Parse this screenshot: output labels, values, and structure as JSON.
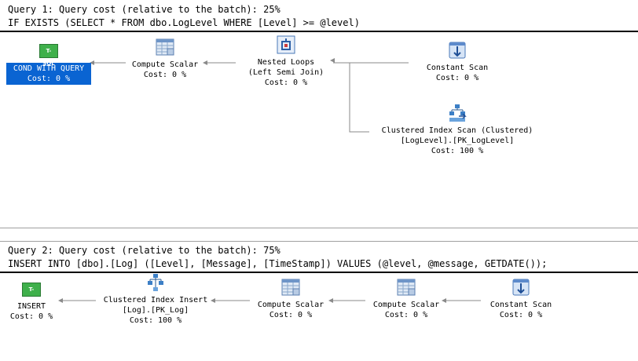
{
  "query1": {
    "cost_line": "Query 1: Query cost (relative to the batch): 25%",
    "sql": "IF EXISTS (SELECT * FROM dbo.LogLevel WHERE [Level] >= @level)",
    "nodes": {
      "cond": {
        "line1": "COND WITH QUERY",
        "line2": "Cost: 0 %"
      },
      "compute": {
        "line1": "Compute Scalar",
        "line2": "Cost: 0 %"
      },
      "nested": {
        "line1": "Nested Loops",
        "line2": "(Left Semi Join)",
        "line3": "Cost: 0 %"
      },
      "constant": {
        "line1": "Constant Scan",
        "line2": "Cost: 0 %"
      },
      "ciscan": {
        "line1": "Clustered Index Scan (Clustered)",
        "line2": "[LogLevel].[PK_LogLevel]",
        "line3": "Cost: 100 %"
      }
    }
  },
  "query2": {
    "cost_line": "Query 2: Query cost (relative to the batch): 75%",
    "sql": "INSERT INTO [dbo].[Log] ([Level], [Message], [TimeStamp]) VALUES (@level, @message, GETDATE());",
    "nodes": {
      "insert": {
        "line1": "INSERT",
        "line2": "Cost: 0 %"
      },
      "ciinsert": {
        "line1": "Clustered Index Insert",
        "line2": "[Log].[PK_Log]",
        "line3": "Cost: 100 %"
      },
      "compute1": {
        "line1": "Compute Scalar",
        "line2": "Cost: 0 %"
      },
      "compute2": {
        "line1": "Compute Scalar",
        "line2": "Cost: 0 %"
      },
      "constant": {
        "line1": "Constant Scan",
        "line2": "Cost: 0 %"
      }
    }
  },
  "icons": {
    "tsql_label": "T-SQL",
    "tsql_color": "#3fb04b",
    "selected_color": "#0a64d2"
  }
}
